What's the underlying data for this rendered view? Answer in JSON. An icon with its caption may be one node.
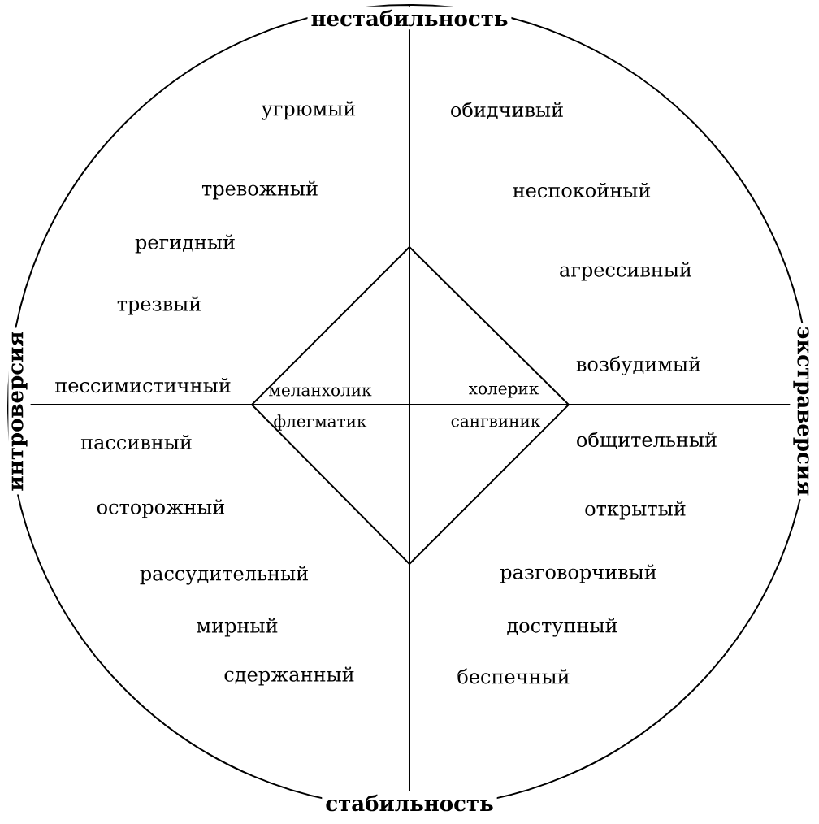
{
  "diagram": {
    "labels": [
      "нестабильность",
      "угрюмый",
      "обидчивый",
      "тревожный",
      "неспокойный",
      "регидный",
      "агрессивный",
      "трезвый",
      "возбудимый",
      "пессимистичный",
      "интроверсия",
      "экстраверсия",
      "меланхолик",
      "холерик",
      "флегматик",
      "сангвиник",
      "пассивный",
      "общительный",
      "осторожный",
      "открытый",
      "рассудительный",
      "разговорчивый",
      "мирный",
      "доступный",
      "сдержанный",
      "беспечный",
      "стабильность"
    ]
  }
}
